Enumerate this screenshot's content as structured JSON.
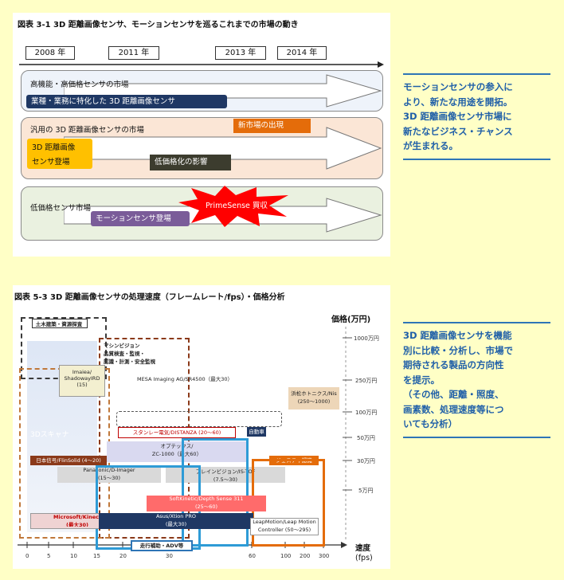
{
  "fig1": {
    "title": "図表 3-1 3D 距離画像センサ、モーションセンサを巡るこれまでの市場の動き",
    "years": [
      "2008 年",
      "2011 年",
      "2013 年",
      "2014 年"
    ],
    "band1_label": "高機能・高価格センサの市場",
    "band1_tag": "業種・業務に特化した 3D 距離画像センサ",
    "band2_label": "汎用の 3D 距離画像センサの市場",
    "band2_new_market": "新市場の出現",
    "band2_debut_line1": "3D 距離画像",
    "band2_debut_line2": "センサ登場",
    "band2_low_price": "低価格化の影響",
    "band3_label": "低価格センサ市場",
    "band3_burst": "PrimeSense 買収",
    "band3_motion": "モーションセンサ登場"
  },
  "side1": {
    "lines": [
      "モーションセンサの参入に",
      "より、新たな用途を開拓。",
      "3D 距離画像センサ市場に",
      "新たなビジネス・チャンス",
      "が生まれる。"
    ]
  },
  "fig2": {
    "title": "図表 5-3 3D 距離画像センサの処理速度（フレームレート/fps）・価格分析",
    "price_axis_label": "価格(万円)",
    "price_ticks": [
      "1000万円",
      "250万円",
      "100万円",
      "50万円",
      "30万円",
      "5万円"
    ],
    "speed_axis_label": "速度",
    "speed_unit": "(fps)",
    "x_ticks": [
      "0",
      "5",
      "10",
      "15",
      "20",
      "30",
      "60",
      "100",
      "200",
      "300"
    ],
    "boxes": {
      "civil": "土木建築・資源探査",
      "machine_vision": "マシンビジョン\n品質検査・監視・\n認識・計測・安全監視",
      "scanner": "3Dスキャナ",
      "lmi": "Imaiea/\nShadowayIRD\n(15)",
      "mesa": "MESA Imaging AG/SR4500（最大30）",
      "hamamatsu": "浜松ホトニクス/Nis\n(250～1000)",
      "stanley": "スタンレー電気/DISTANZA (20～60)",
      "auto": "自動車",
      "optex": "オプテックス/\nZC-1000（最大60）",
      "nippon": "日本信号/FlinSolid (4～20)",
      "gesture": "ジェスチャ認識",
      "panasonic": "Panasonic/D-Imager\n(15～30)",
      "brainvision": "ブレインビジョン/IS-TOF\n(7.5～30)",
      "softkinetic": "SoftKinetic/Depth Sense 311\n(25～60)",
      "microsoft": "Microsoft/Kinect\n(最大30)",
      "asus": "Asus/Xtion PRO\n(最大30)",
      "leap": "LeapMotion/Leap Motion\nController (50～295)",
      "adv": "走行補助・ADV等"
    }
  },
  "side2": {
    "lines": [
      "3D 距離画像センサを機能",
      "別に比較・分析し、市場で",
      "期待される製品の方向性",
      "を提示。",
      "（その他、距離・照度、",
      "画素数、処理速度等につ",
      "いても分析）"
    ]
  },
  "colors": {
    "background": "#FFFFC6",
    "side_text": "#1F5FA8",
    "navy_tag": "#1F3864",
    "orange": "#E46C0A",
    "gold": "#FFC000",
    "purple": "#7A5C99",
    "red_burst": "#FF0000",
    "band_blue": "#EEF3FA",
    "band_peach": "#FBE6D6",
    "band_green": "#EAF1E0"
  }
}
